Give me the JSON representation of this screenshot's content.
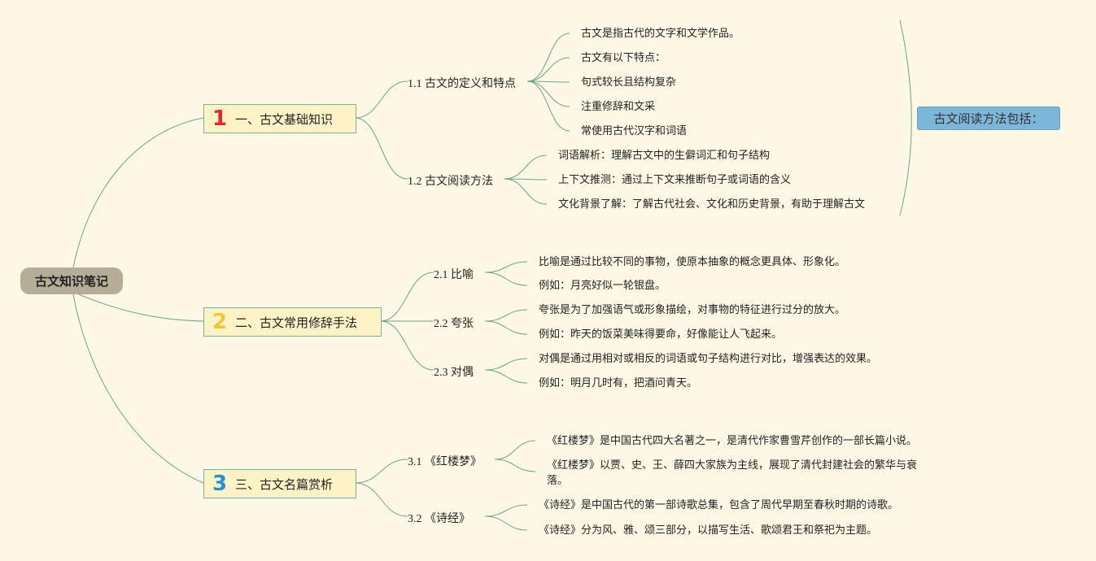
{
  "colors": {
    "background": "#fdf7e6",
    "root_fill": "#b5ad98",
    "topic_fill": "#fdf3c7",
    "link": "#6ea28d",
    "num_red": "#e2253b",
    "num_yellow": "#f3c53c",
    "num_blue": "#2a8fd2",
    "reference_fill": "#7cb6d8"
  },
  "root": {
    "label": "古文知识笔记"
  },
  "topics": [
    {
      "num": "1",
      "label": "一、古文基础知识",
      "subtopics": [
        {
          "label": "1.1 古文的定义和特点",
          "leaves": [
            "古文是指古代的文字和文学作品。",
            "古文有以下特点：",
            "句式较长且结构复杂",
            "注重修辞和文采",
            "常使用古代汉字和词语"
          ]
        },
        {
          "label": "1.2 古文阅读方法",
          "leaves": [
            "词语解析：理解古文中的生僻词汇和句子结构",
            "上下文推测：通过上下文来推断句子或词语的含义",
            "文化背景了解：了解古代社会、文化和历史背景，有助于理解古文"
          ]
        }
      ]
    },
    {
      "num": "2",
      "label": "二、古文常用修辞手法",
      "subtopics": [
        {
          "label": "2.1 比喻",
          "leaves": [
            "比喻是通过比较不同的事物，使原本抽象的概念更具体、形象化。",
            "例如：月亮好似一轮银盘。"
          ]
        },
        {
          "label": "2.2 夸张",
          "leaves": [
            "夸张是为了加强语气或形象描绘，对事物的特征进行过分的放大。",
            "例如：昨天的饭菜美味得要命，好像能让人飞起来。"
          ]
        },
        {
          "label": "2.3 对偶",
          "leaves": [
            "对偶是通过用相对或相反的词语或句子结构进行对比，增强表达的效果。",
            "例如：明月几时有，把酒问青天。"
          ]
        }
      ]
    },
    {
      "num": "3",
      "label": "三、古文名篇赏析",
      "subtopics": [
        {
          "label": "3.1 《红楼梦》",
          "leaves": [
            "《红楼梦》是中国古代四大名著之一，是清代作家曹雪芹创作的一部长篇小说。",
            "《红楼梦》以贾、史、王、薛四大家族为主线，展现了清代封建社会的繁华与衰",
            "落。"
          ]
        },
        {
          "label": "3.2 《诗经》",
          "leaves": [
            "《诗经》是中国古代的第一部诗歌总集，包含了周代早期至春秋时期的诗歌。",
            "《诗经》分为风、雅、颂三部分，以描写生活、歌颂君王和祭祀为主题。"
          ]
        }
      ]
    }
  ],
  "reference": {
    "label": "古文阅读方法包括："
  }
}
